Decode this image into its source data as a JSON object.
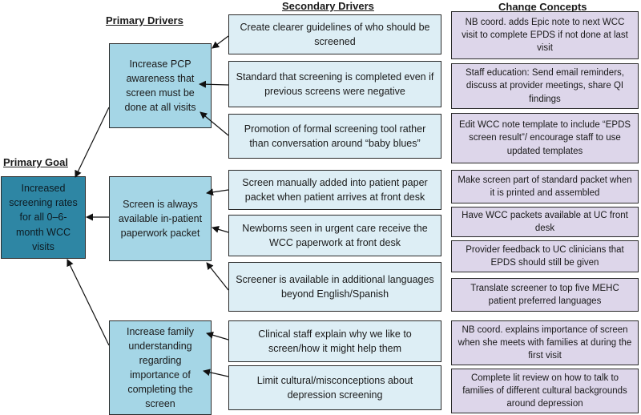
{
  "headers": {
    "primary_goal": "Primary Goal",
    "primary_drivers": "Primary Drivers",
    "secondary_drivers": "Secondary Drivers",
    "change_concepts": "Change Concepts"
  },
  "primary_goal": "Increased screening rates for all 0–6-month WCC visits",
  "primary_drivers": [
    "Increase PCP awareness that screen must be done at all visits",
    "Screen is always available in-patient paperwork packet",
    "Increase family understanding regarding importance of completing the screen"
  ],
  "secondary_drivers": [
    "Create clearer guidelines of who should be screened",
    "Standard that screening is completed even if previous screens were negative",
    "Promotion of formal screening tool rather than conversation around “baby blues”",
    "Screen manually added into patient paper packet when patient arrives at front desk",
    "Newborns seen in urgent care receive the WCC paperwork at front desk",
    "Screener is available in additional languages beyond English/Spanish",
    "Clinical staff explain why we like to screen/how it might help them",
    "Limit cultural/misconceptions about depression screening"
  ],
  "change_concepts": [
    "NB coord. adds Epic note to next WCC visit to complete EPDS if not done at last visit",
    "Staff education: Send email reminders, discuss at provider meetings, share QI findings",
    "Edit WCC note template to include “EPDS screen result”/ encourage staff to use updated templates",
    "Make screen part of standard packet when it is printed and assembled",
    "Have WCC packets available at UC front desk",
    "Provider feedback to UC clinicians that EPDS should still be given",
    "Translate screener to top five MEHC patient preferred languages",
    "NB coord. explains importance of screen when she meets with families at during the first visit",
    "Complete lit review on how to talk to families of different cultural backgrounds around depression"
  ]
}
